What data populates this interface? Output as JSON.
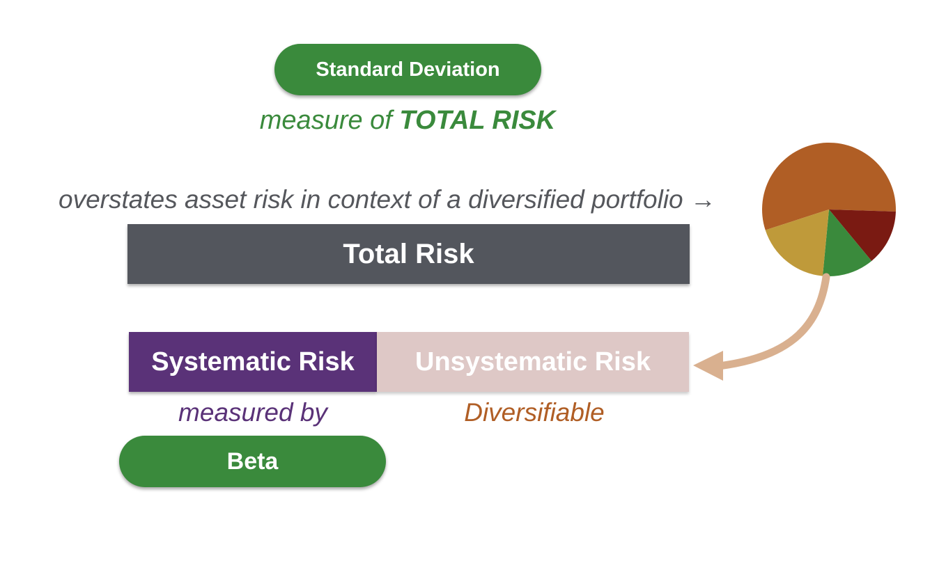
{
  "top_pill": {
    "label": "Standard Deviation"
  },
  "total_caption": {
    "prefix": "measure of ",
    "emphasis": "TOTAL RISK"
  },
  "overstates_caption": {
    "text": "overstates asset risk in context of a diversified portfolio →"
  },
  "total_bar": {
    "label": "Total Risk"
  },
  "systematic_bar": {
    "label": "Systematic Risk"
  },
  "unsystematic_bar": {
    "label": "Unsystematic Risk"
  },
  "measured_caption": {
    "text": "measured by"
  },
  "diversifiable_caption": {
    "text": "Diversifiable"
  },
  "beta_pill": {
    "label": "Beta"
  },
  "portfolio_pie": {
    "slices": [
      {
        "value": 0.555,
        "color": "#b05e25"
      },
      {
        "value": 0.135,
        "color": "#7a1a12"
      },
      {
        "value": 0.125,
        "color": "#3a8a3c"
      },
      {
        "value": 0.185,
        "color": "#bf9a3a"
      }
    ]
  },
  "colors": {
    "green": "#3a8a3c",
    "gray_bar": "#53565d",
    "purple": "#5a3278",
    "pink_bar": "#dec8c6",
    "orange_text": "#b05e25",
    "arrow": "#d9b08f"
  }
}
